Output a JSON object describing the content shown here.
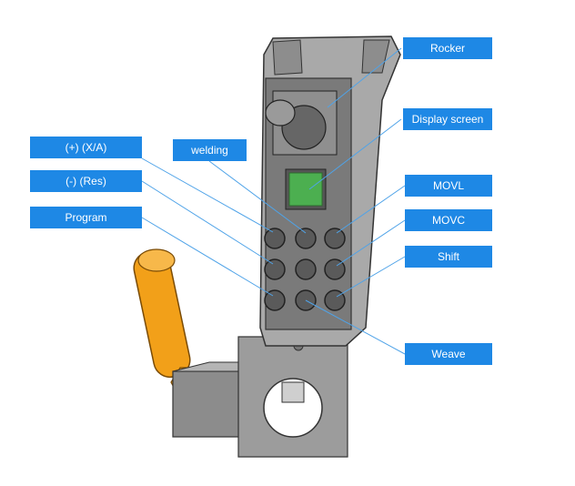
{
  "colors": {
    "label_bg": "#1E88E5",
    "label_text": "#ffffff",
    "leader_line": "#4FA3E8",
    "body_gray": "#a9a9a9",
    "body_dark": "#6f6f6f",
    "screen_green": "#4caf50",
    "handle_orange": "#f2a019"
  },
  "labels": {
    "rocker": "Rocker",
    "display_screen": "Display screen",
    "plus_xa": "(+) (X/A)",
    "welding": "welding",
    "minus_res": "(-) (Res)",
    "program": "Program",
    "movl": "MOVL",
    "movc": "MOVC",
    "shift": "Shift",
    "weave": "Weave"
  }
}
